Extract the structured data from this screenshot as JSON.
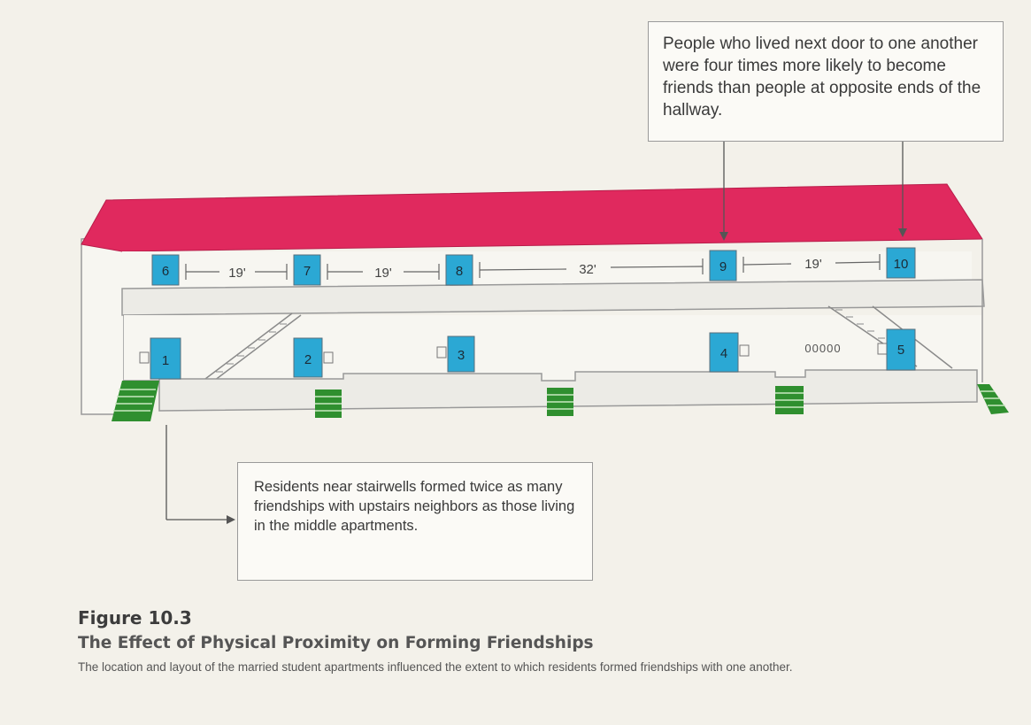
{
  "apartments_upper": [
    {
      "number": "6"
    },
    {
      "number": "7"
    },
    {
      "number": "8"
    },
    {
      "number": "9"
    },
    {
      "number": "10"
    }
  ],
  "apartments_lower": [
    {
      "number": "1"
    },
    {
      "number": "2"
    },
    {
      "number": "3"
    },
    {
      "number": "4"
    },
    {
      "number": "5"
    }
  ],
  "distances": [
    "19'",
    "19'",
    "32'",
    "19'"
  ],
  "mailboxes_label": "00000",
  "callout_top": {
    "text": "People who lived next door to one another were four times more likely to become friends than people at opposite ends of the hallway."
  },
  "callout_bottom": {
    "text": "Residents near stairwells formed twice as many friendships with upstairs neighbors as those living in the middle apartments."
  },
  "figure": {
    "number": "Figure 10.3",
    "title": "The Effect of Physical Proximity on Forming Friendships",
    "description": "The location and layout of the married student apartments influenced the extent to which residents formed friendships with one another."
  },
  "colors": {
    "roof": "#e0295e",
    "door": "#2ba8d4",
    "stair_green": "#2f8f2f",
    "outline": "#9a9a9a",
    "floor": "#ecebe6"
  }
}
